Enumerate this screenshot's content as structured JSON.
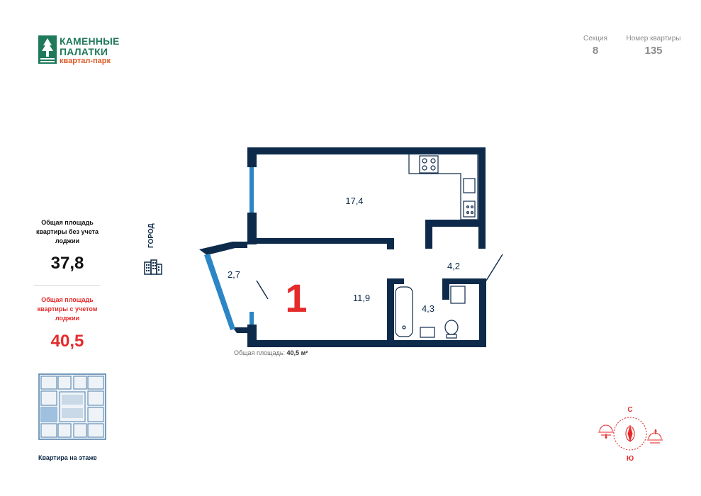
{
  "brand": {
    "line1": "КАМЕННЫЕ",
    "line2": "ПАЛАТКИ",
    "line3": "квартал-парк"
  },
  "header": {
    "section_label": "Секция",
    "section_value": "8",
    "apartment_label": "Номер квартиры",
    "apartment_value": "135"
  },
  "summary": {
    "area_without_loggia_label": "Общая площадь квартиры без учета лоджии",
    "area_without_loggia_value": "37,8",
    "area_with_loggia_label": "Общая площадь квартиры с учетом лоджии",
    "area_with_loggia_value": "40,5",
    "floor_label": "Квартира на этаже",
    "city_label": "ГОРОД"
  },
  "plan": {
    "room_count": "1",
    "rooms": {
      "kitchen_living": "17,4",
      "loggia": "2,7",
      "bedroom": "11,9",
      "hall": "4,2",
      "bathroom": "4,3"
    },
    "caption_label": "Общая площадь:",
    "caption_value": "40,5 м²"
  },
  "compass": {
    "north": "С",
    "south": "Ю"
  },
  "colors": {
    "wall": "#0d2a4a",
    "window": "#2b86c5",
    "accent_red": "#e52a2a",
    "brand_green": "#1f7a5a",
    "brand_orange": "#e05a26"
  }
}
